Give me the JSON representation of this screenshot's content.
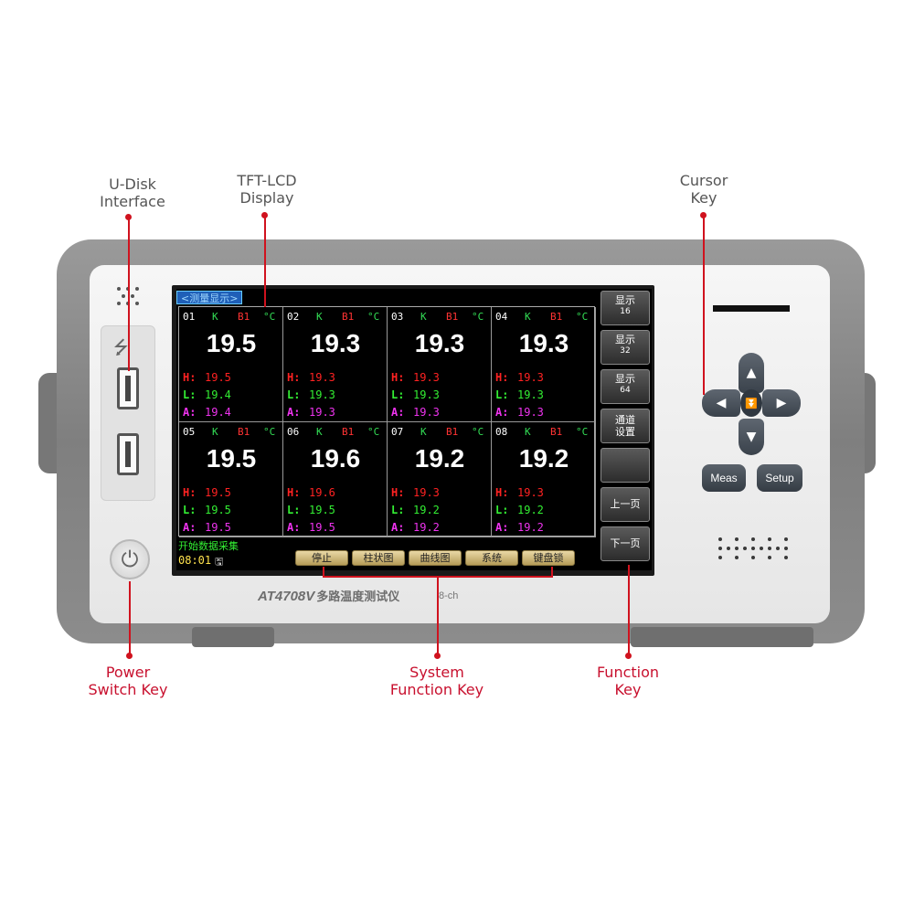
{
  "callouts": {
    "udisk": "U-Disk\nInterface",
    "lcd": "TFT-LCD\nDisplay",
    "cursor": "Cursor\nKey",
    "power": "Power\nSwitch Key",
    "system_fn": "System\nFunction Key",
    "function": "Function\nKey"
  },
  "device": {
    "model": "AT4708V",
    "model_desc": "多路温度测试仪",
    "channels_label": "8-ch",
    "power_icon": "power-icon",
    "usb_icon": "usb-icon"
  },
  "screen": {
    "title": "<测量显示>",
    "status": "开始数据采集",
    "time": "08:01",
    "disk_icon": "save-icon",
    "channels": [
      {
        "ch": "01",
        "tc": "K",
        "ref": "B1",
        "unit": "°C",
        "value": "19.5",
        "h_label": "H:",
        "h": "19.5",
        "l_label": "L:",
        "l": "19.4",
        "a_label": "A:",
        "a": "19.4"
      },
      {
        "ch": "02",
        "tc": "K",
        "ref": "B1",
        "unit": "°C",
        "value": "19.3",
        "h_label": "H:",
        "h": "19.3",
        "l_label": "L:",
        "l": "19.3",
        "a_label": "A:",
        "a": "19.3"
      },
      {
        "ch": "03",
        "tc": "K",
        "ref": "B1",
        "unit": "°C",
        "value": "19.3",
        "h_label": "H:",
        "h": "19.3",
        "l_label": "L:",
        "l": "19.3",
        "a_label": "A:",
        "a": "19.3"
      },
      {
        "ch": "04",
        "tc": "K",
        "ref": "B1",
        "unit": "°C",
        "value": "19.3",
        "h_label": "H:",
        "h": "19.3",
        "l_label": "L:",
        "l": "19.3",
        "a_label": "A:",
        "a": "19.3"
      },
      {
        "ch": "05",
        "tc": "K",
        "ref": "B1",
        "unit": "°C",
        "value": "19.5",
        "h_label": "H:",
        "h": "19.5",
        "l_label": "L:",
        "l": "19.5",
        "a_label": "A:",
        "a": "19.5"
      },
      {
        "ch": "06",
        "tc": "K",
        "ref": "B1",
        "unit": "°C",
        "value": "19.6",
        "h_label": "H:",
        "h": "19.6",
        "l_label": "L:",
        "l": "19.5",
        "a_label": "A:",
        "a": "19.5"
      },
      {
        "ch": "07",
        "tc": "K",
        "ref": "B1",
        "unit": "°C",
        "value": "19.2",
        "h_label": "H:",
        "h": "19.3",
        "l_label": "L:",
        "l": "19.2",
        "a_label": "A:",
        "a": "19.2"
      },
      {
        "ch": "08",
        "tc": "K",
        "ref": "B1",
        "unit": "°C",
        "value": "19.2",
        "h_label": "H:",
        "h": "19.3",
        "l_label": "L:",
        "l": "19.2",
        "a_label": "A:",
        "a": "19.2"
      }
    ],
    "soft_keys": [
      {
        "label": "显示",
        "sub": "16"
      },
      {
        "label": "显示",
        "sub": "32"
      },
      {
        "label": "显示",
        "sub": "64"
      },
      {
        "label": "通道\n设置",
        "sub": ""
      },
      {
        "label": "",
        "sub": ""
      },
      {
        "label": "上一页",
        "sub": ""
      },
      {
        "label": "下一页",
        "sub": ""
      }
    ],
    "function_keys": [
      "停止",
      "柱状图",
      "曲线图",
      "系统",
      "键盘锁"
    ]
  },
  "keypad": {
    "up_icon": "arrow-up-icon",
    "down_icon": "arrow-down-icon",
    "left_icon": "arrow-left-icon",
    "right_icon": "arrow-right-icon",
    "center_icon": "enter-icon",
    "meas": "Meas",
    "setup": "Setup"
  },
  "colors": {
    "callout_line": "#d0121e",
    "lcd_background": "#000000",
    "title_bar": "#1f5fb8",
    "high": "#ff2222",
    "low": "#33ee33",
    "avg": "#ee33ee",
    "time": "#ffe34d"
  }
}
